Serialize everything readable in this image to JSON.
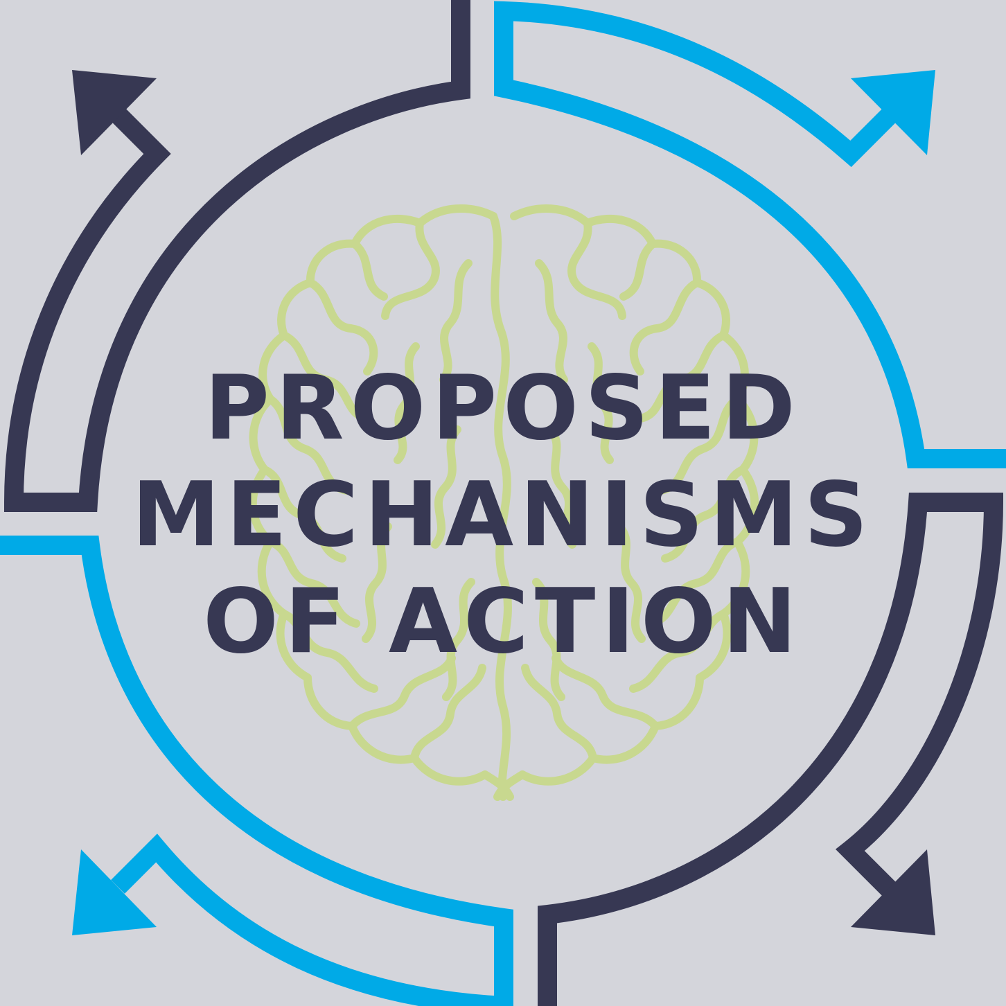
{
  "title": {
    "line1": "PROPOSED",
    "line2": "MECHANISMS",
    "line3": "OF ACTION"
  },
  "colors": {
    "background": "#D4D5DB",
    "navy": "#373853",
    "blue": "#00AAE7",
    "brain": "#C8D88F"
  },
  "icons": {
    "brain": "brain-outline-icon",
    "top_left": "navy-curved-arrow-icon",
    "top_right": "blue-curved-arrow-icon",
    "bottom_left": "blue-curved-arrow-icon",
    "bottom_right": "navy-curved-arrow-icon"
  }
}
